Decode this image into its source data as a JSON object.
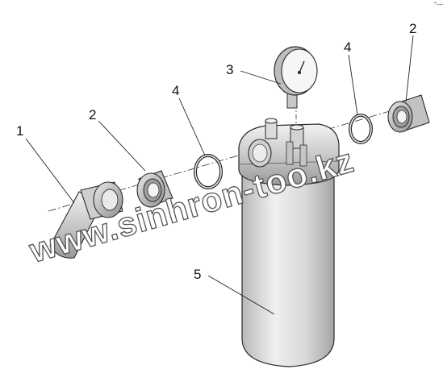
{
  "diagram": {
    "callouts": [
      {
        "id": "1",
        "label": "1"
      },
      {
        "id": "2a",
        "label": "2"
      },
      {
        "id": "2b",
        "label": "2"
      },
      {
        "id": "3",
        "label": "3"
      },
      {
        "id": "4a",
        "label": "4"
      },
      {
        "id": "4b",
        "label": "4"
      },
      {
        "id": "5",
        "label": "5"
      }
    ],
    "watermark": "www.sinhron-too.kz",
    "corner_mark": "°—",
    "colors": {
      "line": "#2a2a2a",
      "metal_light": "#e6e6e6",
      "metal_mid": "#bdbdbd",
      "metal_dark": "#8a8a8a",
      "watermark_outline": "#555555"
    }
  }
}
